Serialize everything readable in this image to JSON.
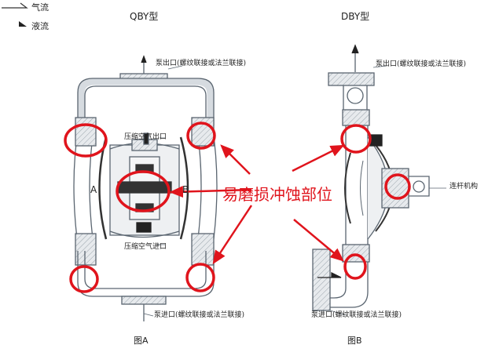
{
  "legend": {
    "gas": "气流",
    "liquid": "液流"
  },
  "titles": {
    "left": "QBY型",
    "right": "DBY型"
  },
  "left": {
    "outlet": "泵出口(螺纹联接或法兰联接)",
    "inlet": "泵进口(螺纹联接或法兰联接)",
    "air_out": "压缩空气出口",
    "air_in": "压缩空气进口",
    "chamber_a": "A",
    "chamber_b": "B",
    "caption": "图A"
  },
  "right": {
    "outlet": "泵出口(螺纹联接或法兰联接)",
    "inlet": "泵进口(螺纹联接或法兰联接)",
    "linkage": "连杆机构",
    "caption": "图B"
  },
  "wear_label": "易磨损冲蚀部位",
  "colors": {
    "highlight": "#e0141c",
    "line": "#5a6570",
    "fill": "#d6dbe0"
  }
}
